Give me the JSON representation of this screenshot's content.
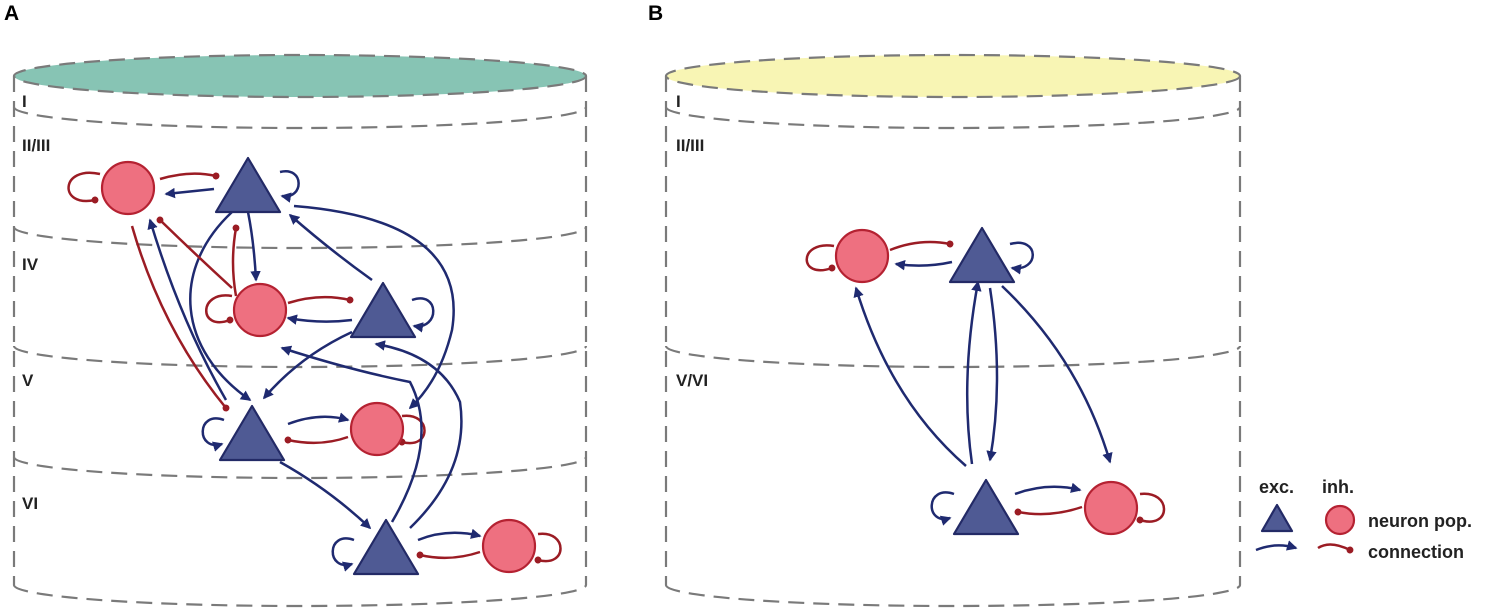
{
  "panel_a": {
    "label": "A",
    "layers": [
      "I",
      "II/III",
      "IV",
      "V",
      "VI"
    ],
    "top_color": "#87c4b4"
  },
  "panel_b": {
    "label": "B",
    "layers": [
      "I",
      "II/III",
      "V/VI"
    ],
    "top_color": "#f8f5b4"
  },
  "legend": {
    "exc_label": "exc.",
    "inh_label": "inh.",
    "population_label": "neuron pop.",
    "connection_label": "connection"
  },
  "colors": {
    "excitatory_fill": "#4f5a94",
    "excitatory_stroke": "#232a66",
    "inhibitory_fill": "#ee7080",
    "inhibitory_stroke": "#b52232",
    "excitatory_connection": "#1f2a70",
    "inhibitory_connection": "#9b1c24",
    "dashed_outline": "#7a7a7a"
  }
}
